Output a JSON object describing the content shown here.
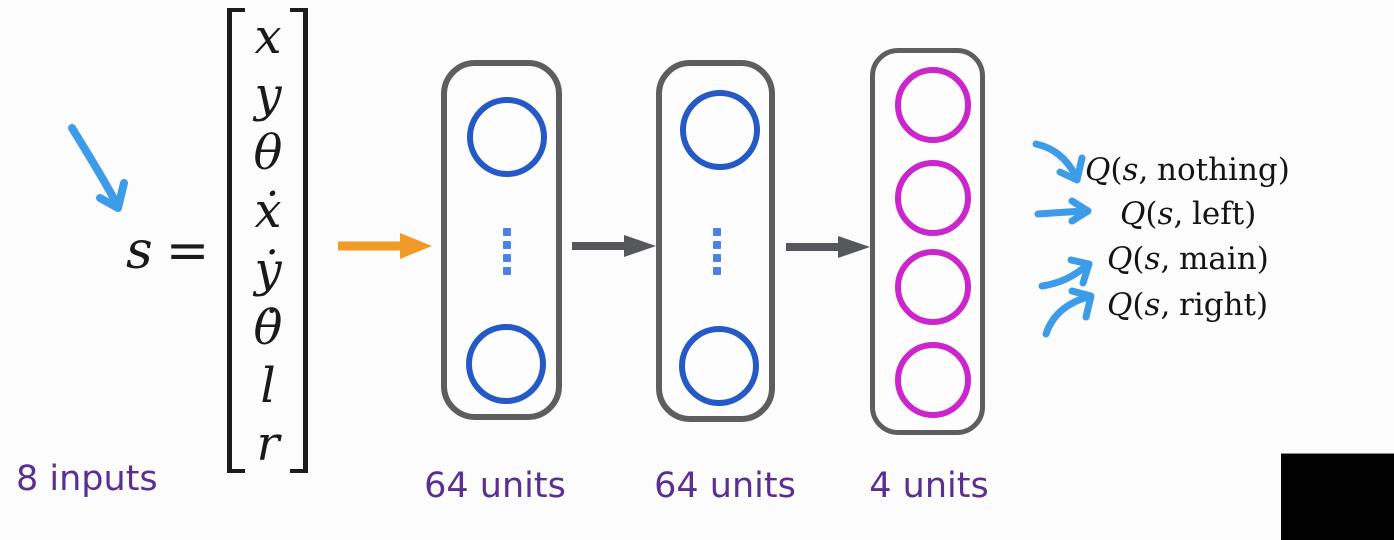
{
  "scene": {
    "background": "#fcfcfc",
    "description_black_box": ""
  },
  "input": {
    "state_symbol": "s",
    "equals_sign": "=",
    "vector_entries": [
      "x",
      "y",
      "θ",
      "ẋ",
      "ẏ",
      "θ̇",
      "l",
      "r"
    ],
    "label": "8 inputs"
  },
  "layers": [
    {
      "label": "64 units"
    },
    {
      "label": "64 units"
    },
    {
      "label": "4 units"
    }
  ],
  "outputs": {
    "function_symbol": "Q",
    "open_paren": "(",
    "state_symbol": "s",
    "comma": ",",
    "close_paren": ")",
    "actions": [
      "nothing",
      "left",
      "main",
      "right"
    ]
  },
  "colors": {
    "hidden_unit": "#2459c6",
    "ellipsis_dot": "#4b82e4",
    "output_unit": "#ca26cc",
    "layer_border": "#5c5e60",
    "flow_arrow": "#55575a",
    "input_arrow": "#f09a28",
    "annotation_arrow": "#3d9ce8",
    "unit_label_text": "#5b2f91",
    "math_text": "#1a1a1a"
  }
}
